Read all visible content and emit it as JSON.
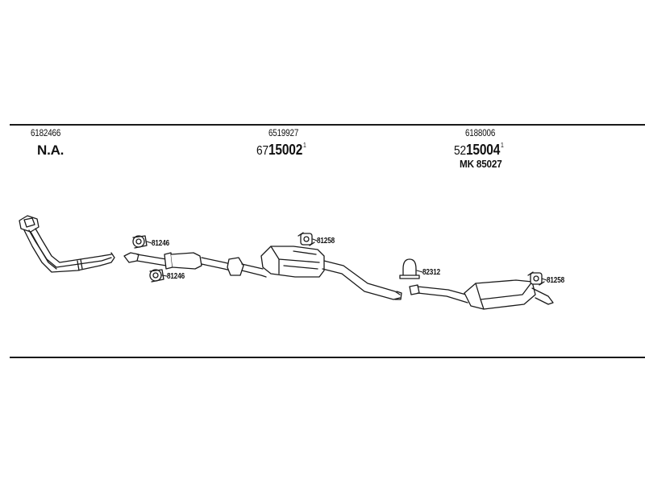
{
  "groups": [
    {
      "oem_number": "6182466",
      "part_label": "N.A."
    },
    {
      "oem_number": "6519927",
      "part_prefix": "67",
      "part_number": "15002",
      "part_suffix": "1"
    },
    {
      "oem_number": "6188006",
      "part_prefix": "52",
      "part_number": "15004",
      "part_suffix": "1",
      "mk_label": "MK  85027"
    }
  ],
  "callouts": [
    {
      "number": "81246",
      "icon": "rubber-mount-icon"
    },
    {
      "number": "81246",
      "icon": "rubber-mount-icon"
    },
    {
      "number": "81258",
      "icon": "hanger-icon"
    },
    {
      "number": "82312",
      "icon": "clamp-icon"
    },
    {
      "number": "81258",
      "icon": "hanger-icon"
    }
  ],
  "components": [
    {
      "name": "front-pipe",
      "icon": "exhaust-manifold-pipe-icon"
    },
    {
      "name": "intermediate-pipe",
      "icon": "pipe-with-resonator-icon"
    },
    {
      "name": "center-silencer",
      "icon": "center-muffler-icon"
    },
    {
      "name": "rear-silencer",
      "icon": "rear-muffler-icon"
    }
  ]
}
